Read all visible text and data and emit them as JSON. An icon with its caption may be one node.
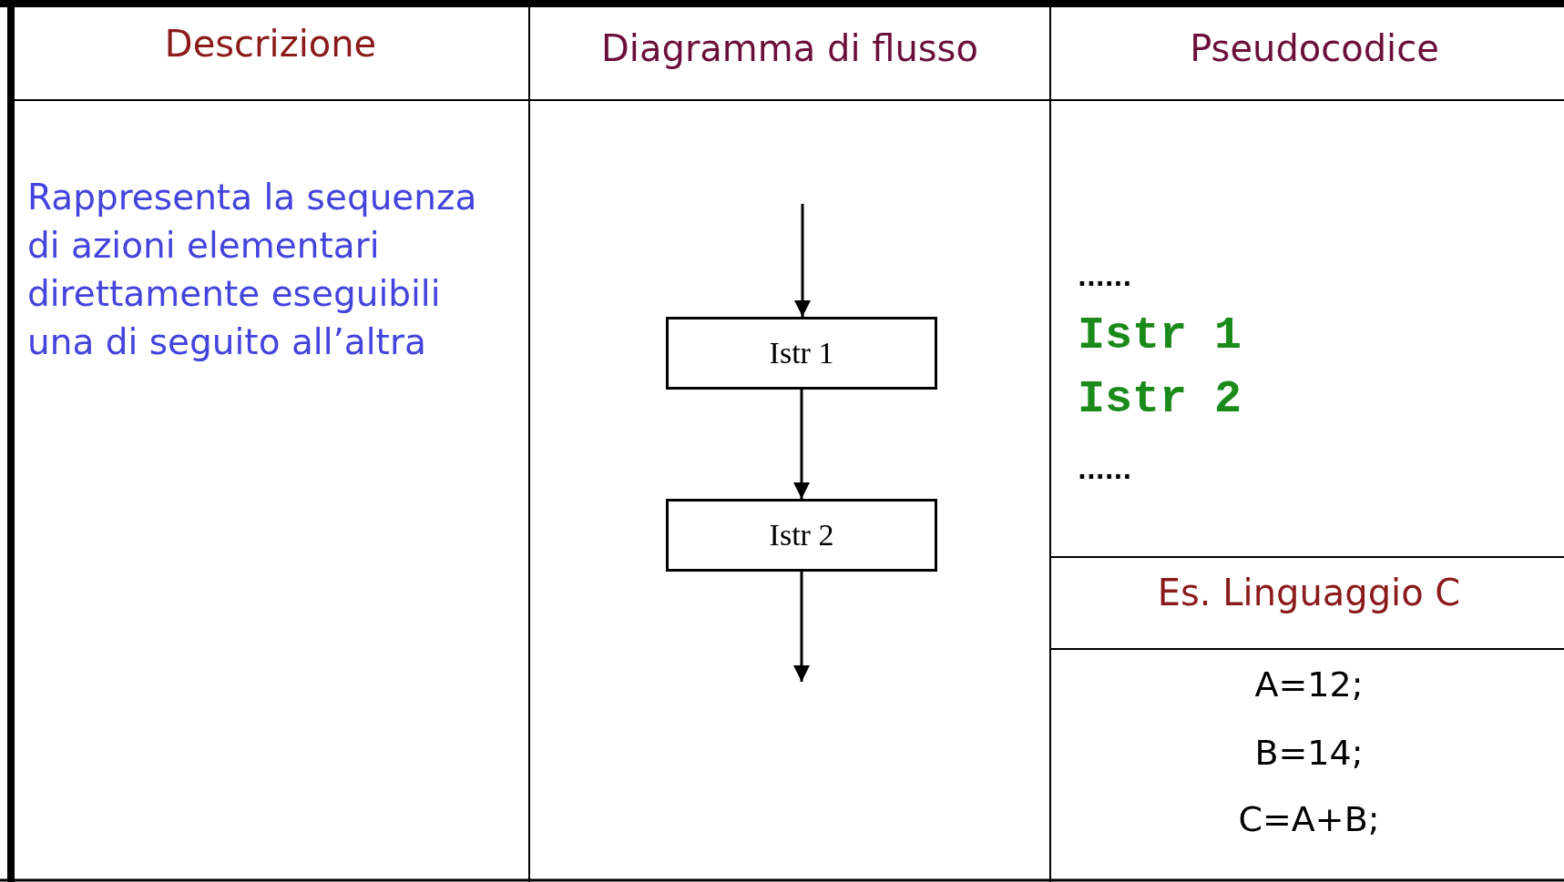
{
  "diagram": {
    "nodes": [
      {
        "text": [
          "Istr 1"
        ]
      },
      {
        "text": [
          "Istr 2"
        ]
      }
    ],
    "edges": [
      {
        "from": null,
        "to": 0,
        "arrow": "to"
      },
      {
        "from": 0,
        "to": 1,
        "arrow": "to"
      },
      {
        "from": 1,
        "to": null,
        "arrow": "to"
      }
    ],
    "labels": [
      "Descrizione",
      "Diagramma di flusso",
      "Pseudocodice",
      "Rappresenta la sequenza di azioni elementari direttamente eseguibili una di seguito all’altra",
      "......",
      "Istr 1",
      "Istr 2",
      "......",
      "Es. Linguaggio C",
      "A=12;",
      "B=14;",
      "C=A+B;"
    ]
  }
}
